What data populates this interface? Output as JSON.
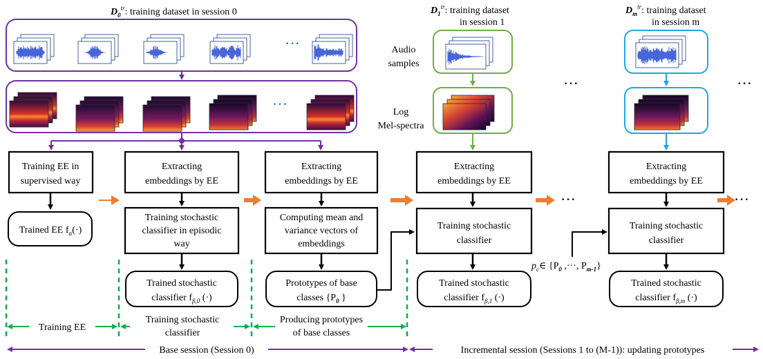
{
  "datasets": [
    {
      "symbol": "D",
      "sub": "0",
      "sup": "tr",
      "text": ": training dataset in session 0",
      "line2": ""
    },
    {
      "symbol": "D",
      "sub": "1",
      "sup": "tr",
      "text": ": training dataset",
      "line2": "in session 1"
    },
    {
      "symbol": "D",
      "sub": "m",
      "sup": "tr",
      "text": ": training dataset",
      "line2": "in session m"
    }
  ],
  "row_labels": {
    "audio": [
      "Audio",
      "samples"
    ],
    "mel": [
      "Log",
      "Mel-spectra"
    ]
  },
  "ellipsis": "···",
  "boxes": {
    "train_ee": [
      "Training EE in",
      "supervised way"
    ],
    "trained_ee": "Trained EE f",
    "trained_ee_sub": "α",
    "trained_ee_tail": "(·)",
    "extract": [
      "Extracting",
      "embeddings by EE"
    ],
    "extract2": [
      "Extracting",
      "embeddings by EE"
    ],
    "train_sc_episodic": [
      "Training stochastic",
      "classifier in episodic",
      "way"
    ],
    "compute_mean": [
      "Computing mean and",
      "variance vectors of",
      "embeddings"
    ],
    "trained_sc0": [
      "Trained stochastic",
      "classifier f"
    ],
    "trained_sc0_sub": "β,0",
    "prototypes": [
      "Prototypes of base",
      "classes {P"
    ],
    "prototypes_sub": "0",
    "extract_s1": [
      "Extracting",
      "embeddings by EE"
    ],
    "train_sc_s1": [
      "Training stochastic",
      "classifier"
    ],
    "trained_sc1": [
      "Trained stochastic",
      "classifier f"
    ],
    "trained_sc1_sub": "β,1",
    "extract_sm": [
      "Extracting",
      "embeddings by EE"
    ],
    "train_sc_sm": [
      "Training stochastic",
      "classifier"
    ],
    "trained_scm": [
      "Trained stochastic",
      "classifier f"
    ],
    "trained_scm_sub": "β,m",
    "pc_label": "p",
    "pc_sub": "c",
    "pc_rest": "∈ {P",
    "pc_p0_sub": "0",
    "pc_mid": " ,···, P",
    "pc_pm_sub": "m-1",
    "pc_end": "}"
  },
  "spans": {
    "training_ee": "Training EE",
    "training_sc": [
      "Training stochastic",
      "classifier"
    ],
    "producing": [
      "Producing prototypes",
      "of base classes"
    ],
    "base_session": "Base session (Session 0)",
    "incremental_session": "Incremental session (Sessions 1 to (M-1)): updating prototypes"
  },
  "colors": {
    "purple": "#7030a0",
    "green": "#70ad47",
    "cyan": "#1fa8de",
    "orange": "#ed7d31",
    "dash_green": "#00b050",
    "black": "#000000"
  }
}
